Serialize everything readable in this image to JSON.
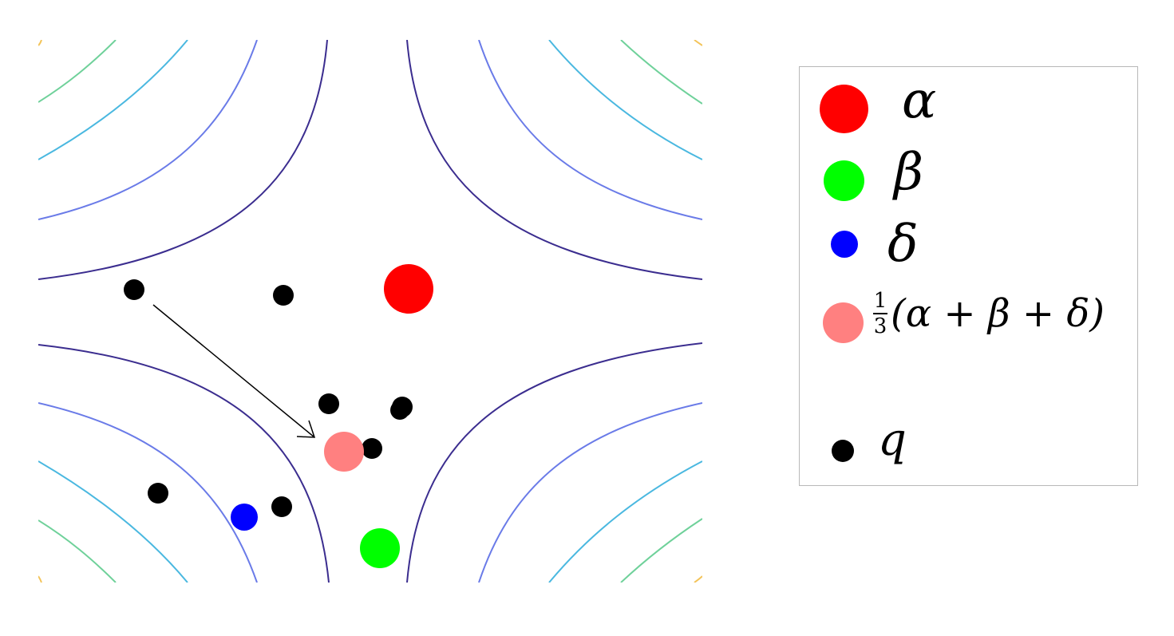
{
  "legend": {
    "alpha": {
      "label": "α",
      "color": "#ff0000"
    },
    "beta": {
      "label": "β",
      "color": "#00ff00"
    },
    "delta": {
      "label": "δ",
      "color": "#0000ff"
    },
    "mean": {
      "frac_num": "1",
      "frac_den": "3",
      "expr": "(α + β + δ)",
      "color": "#ff8080"
    },
    "q": {
      "label": "q",
      "color": "#000000"
    }
  },
  "colors": {
    "contour_levels": [
      "#3b2d8f",
      "#6a7be8",
      "#4ab8e0",
      "#6fd19a",
      "#f3c45a"
    ],
    "arrow": "#000000"
  }
}
